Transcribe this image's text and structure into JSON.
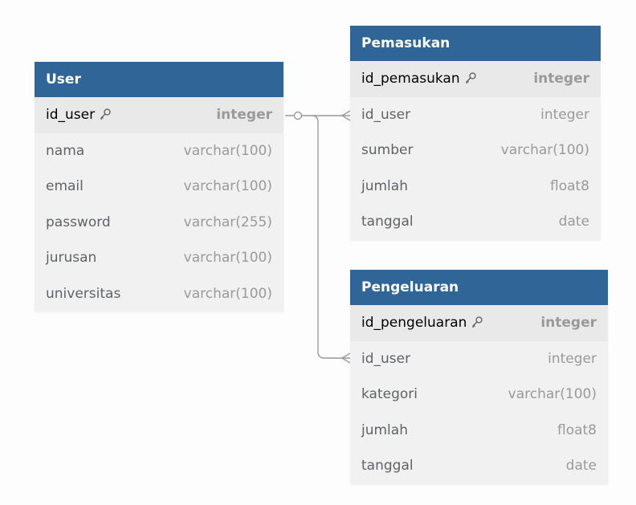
{
  "tables": {
    "user": {
      "title": "User",
      "fields": [
        {
          "name": "id_user",
          "type": "integer"
        },
        {
          "name": "nama",
          "type": "varchar(100)"
        },
        {
          "name": "email",
          "type": "varchar(100)"
        },
        {
          "name": "password",
          "type": "varchar(255)"
        },
        {
          "name": "jurusan",
          "type": "varchar(100)"
        },
        {
          "name": "universitas",
          "type": "varchar(100)"
        }
      ]
    },
    "pemasukan": {
      "title": "Pemasukan",
      "fields": [
        {
          "name": "id_pemasukan",
          "type": "integer"
        },
        {
          "name": "id_user",
          "type": "integer"
        },
        {
          "name": "sumber",
          "type": "varchar(100)"
        },
        {
          "name": "jumlah",
          "type": "float8"
        },
        {
          "name": "tanggal",
          "type": "date"
        }
      ]
    },
    "pengeluaran": {
      "title": "Pengeluaran",
      "fields": [
        {
          "name": "id_pengeluaran",
          "type": "integer"
        },
        {
          "name": "id_user",
          "type": "integer"
        },
        {
          "name": "kategori",
          "type": "varchar(100)"
        },
        {
          "name": "jumlah",
          "type": "float8"
        },
        {
          "name": "tanggal",
          "type": "date"
        }
      ]
    }
  },
  "icons": {
    "primary_key": "key-icon"
  },
  "colors": {
    "header": "#2f6697",
    "body": "#f1f1f1",
    "edge": "#9a9a9a"
  }
}
